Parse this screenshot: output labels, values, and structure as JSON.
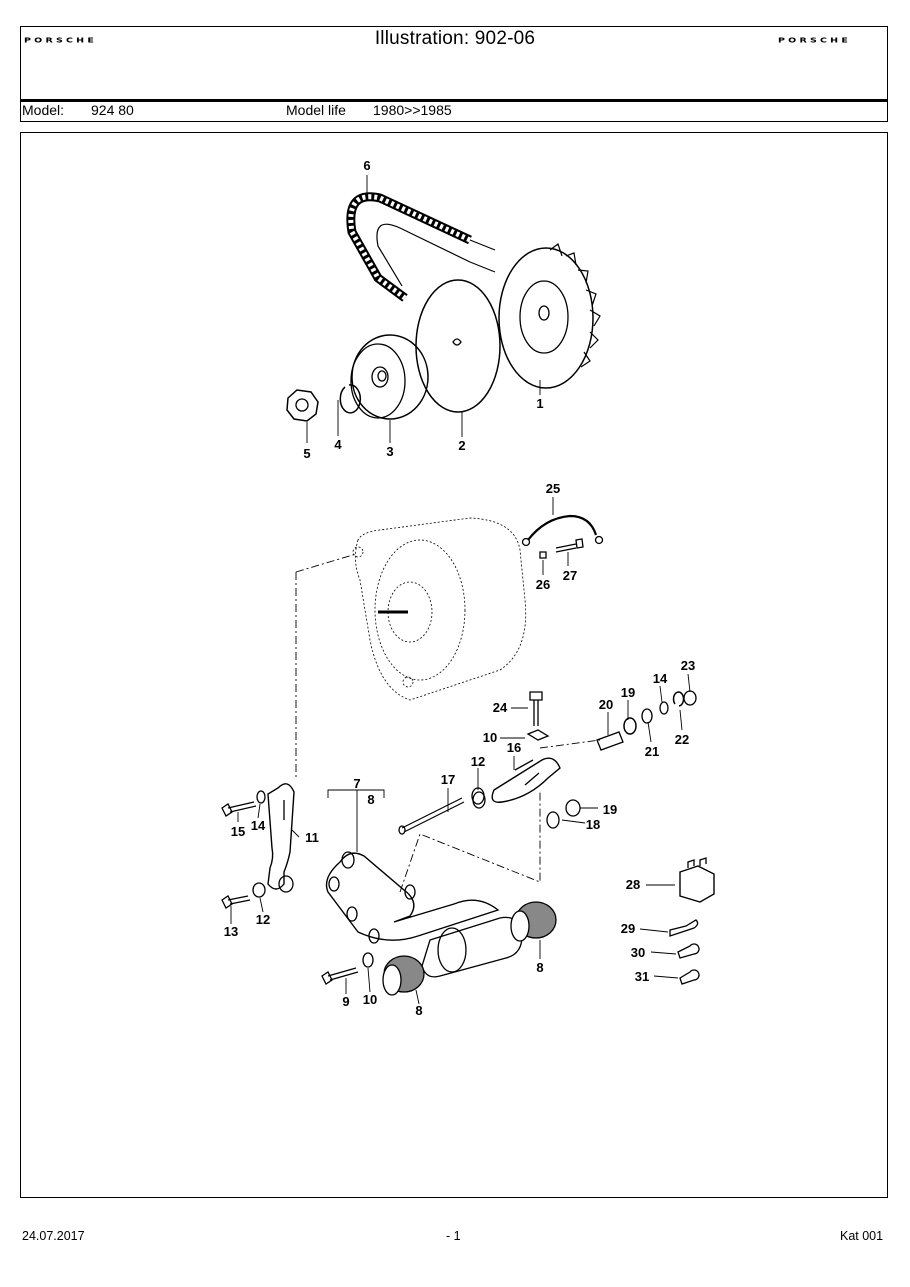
{
  "header": {
    "logo_left": "PORSCHE",
    "logo_right": "PORSCHE",
    "title": "Illustration: 902-06"
  },
  "model": {
    "label": "Model:",
    "value": "924 80",
    "life_label": "Model life",
    "life_value": "1980>>1985"
  },
  "callouts": [
    "1",
    "2",
    "3",
    "4",
    "5",
    "6",
    "7",
    "8",
    "9",
    "10",
    "11",
    "12",
    "13",
    "14",
    "15",
    "16",
    "17",
    "18",
    "19",
    "20",
    "21",
    "22",
    "23",
    "24",
    "25",
    "26",
    "27",
    "28",
    "29",
    "30",
    "31"
  ],
  "footer": {
    "date": "24.07.2017",
    "page": "- 1",
    "catalog": "Kat 001"
  }
}
